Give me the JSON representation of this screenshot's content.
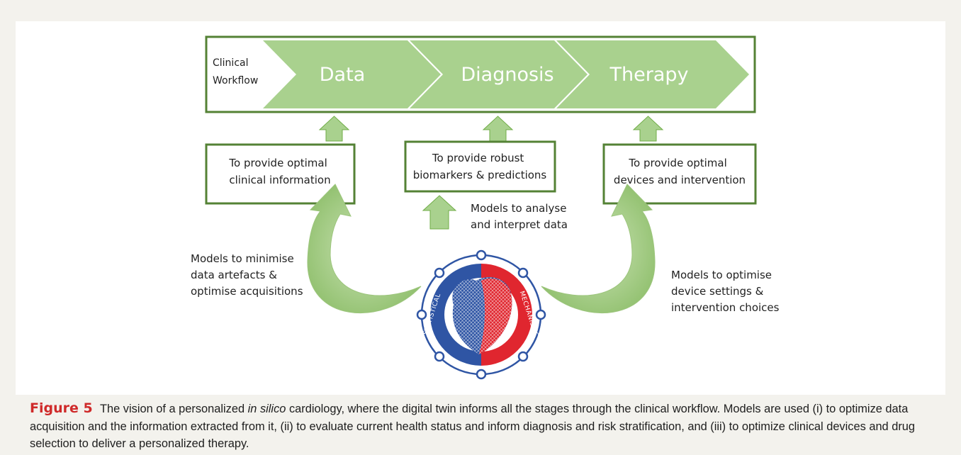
{
  "diagram": {
    "workflow_label_line1": "Clinical",
    "workflow_label_line2": "Workflow",
    "stages": [
      "Data",
      "Diagnosis",
      "Therapy"
    ],
    "boxes": [
      {
        "line1": "To provide optimal",
        "line2": "clinical information"
      },
      {
        "line1": "To provide robust",
        "line2": "biomarkers & predictions"
      },
      {
        "line1": "To provide optimal",
        "line2": "devices and intervention"
      }
    ],
    "center_label_line1": "Models to analyse",
    "center_label_line2": "and interpret data",
    "left_label_line1": "Models to minimise",
    "left_label_line2": "data artefacts &",
    "left_label_line3": "optimise acquisitions",
    "right_label_line1": "Models to optimise",
    "right_label_line2": "device settings  &",
    "right_label_line3": "intervention choices",
    "ring_left": "STATISTICAL",
    "ring_right": "MECHANISTIC",
    "colors": {
      "green_fill": "#a9d18e",
      "green_border": "#548235",
      "arrow_fill": "#a9d18e",
      "ring_blue": "#2f55a4",
      "ring_red": "#e0262f",
      "caption_red": "#cf2a2a"
    }
  },
  "caption": {
    "label": "Figure 5",
    "text_before_italic": "The vision of a personalized",
    "italic": "in silico",
    "text_after_italic": "cardiology, where the digital twin informs all the stages through the clinical workflow. Models are used (i) to optimize data acquisition and the information extracted from it, (ii) to evaluate current health status and inform diagnosis and risk stratification, and (iii) to optimize clinical devices and drug selection to deliver a personalized therapy."
  }
}
